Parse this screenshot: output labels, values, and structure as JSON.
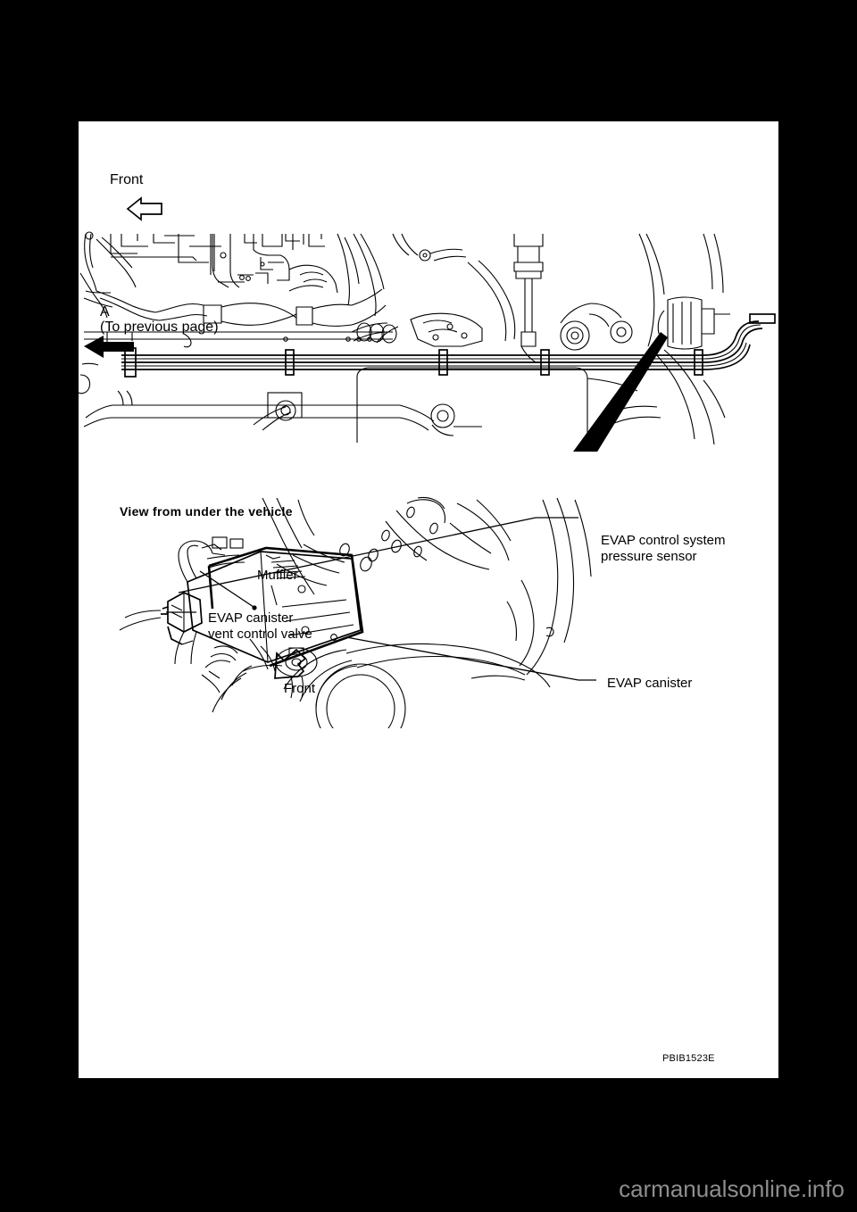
{
  "page": {
    "background_color": "#000000",
    "paper_color": "#ffffff",
    "figure_code": "PBIB1523E",
    "watermark": "carmanualsonline.info"
  },
  "upper_figure": {
    "name": "vehicle-underbody-fuel-line-view",
    "direction_label": "Front",
    "reference_marker": "A",
    "reference_note": "(To previous page)",
    "callout_arrow": "large-diagonal-pointer-to-detail-view"
  },
  "lower_figure": {
    "name": "evap-canister-detail-view",
    "title": "View from under the vehicle",
    "direction_label": "Front",
    "labels": [
      {
        "id": "muffler",
        "text": "Muffler"
      },
      {
        "id": "evap-canister-vent-control-valve",
        "text": "EVAP canister\nvent control valve"
      },
      {
        "id": "evap-control-system-pressure-sensor",
        "text": "EVAP control system\npressure sensor"
      },
      {
        "id": "evap-canister",
        "text": "EVAP canister"
      }
    ]
  },
  "colors": {
    "line": "#000000",
    "paper": "#ffffff",
    "frame": "#000000",
    "watermark": "#8e8e8e"
  }
}
